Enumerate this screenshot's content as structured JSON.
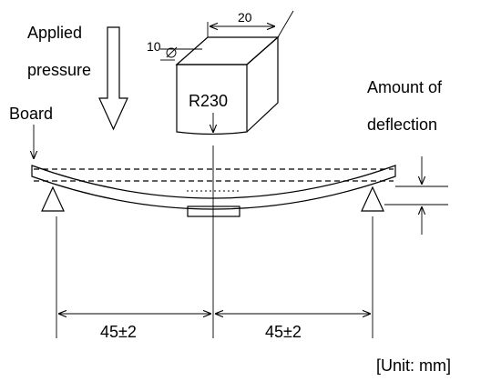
{
  "labels": {
    "applied_line1": "Applied",
    "applied_line2": "pressure",
    "board": "Board",
    "amount_line1": "Amount of",
    "amount_line2": "deflection",
    "radius": "R230",
    "block_width": "20",
    "block_depth": "10",
    "span_left": "45±2",
    "span_right": "45±2",
    "unit": "[Unit: mm]"
  }
}
